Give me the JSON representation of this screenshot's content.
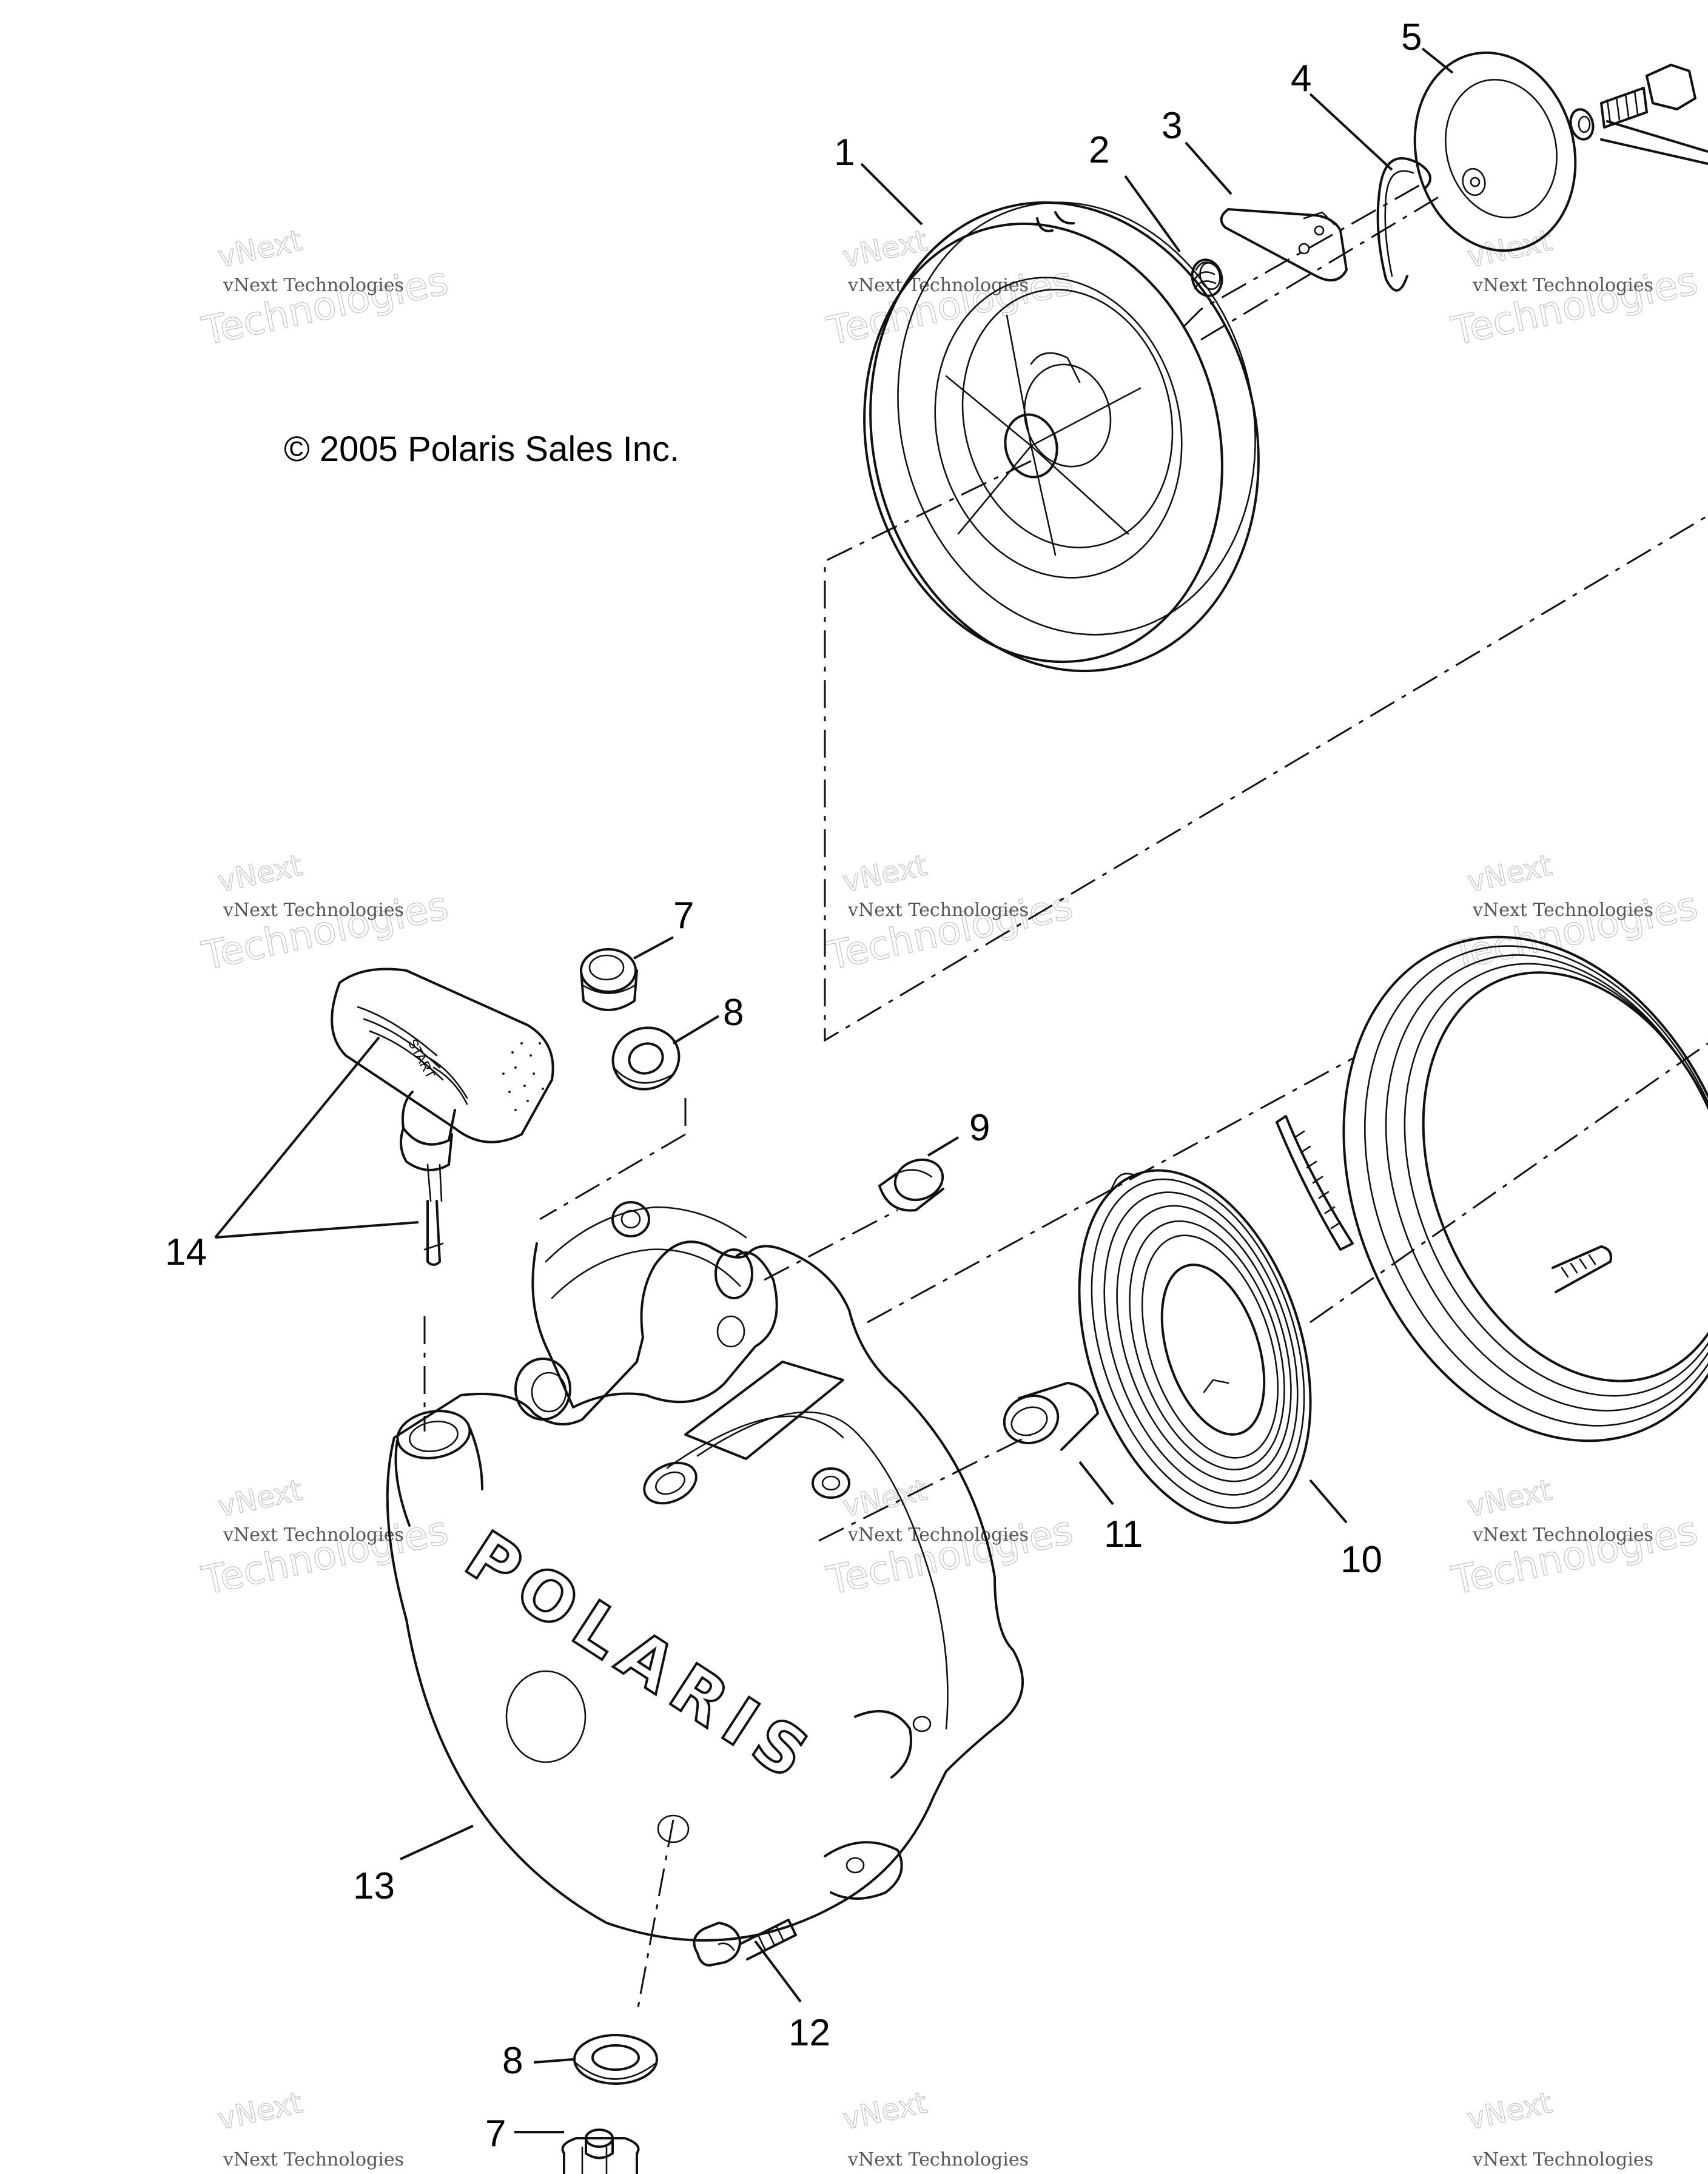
{
  "copyright": "© 2005 Polaris Sales Inc.",
  "logo_text": "POLARIS",
  "handle_text": "START",
  "watermark": {
    "small": "vNext Technologies",
    "large": "Technologies",
    "top": "vNext"
  },
  "callouts": {
    "c1": "1",
    "c2": "2",
    "c3": "3",
    "c4": "4",
    "c5": "5",
    "c7a": "7",
    "c8a": "8",
    "c9": "9",
    "c10": "10",
    "c11": "11",
    "c12": "12",
    "c13": "13",
    "c14": "14",
    "c8b": "8",
    "c7b": "7"
  }
}
